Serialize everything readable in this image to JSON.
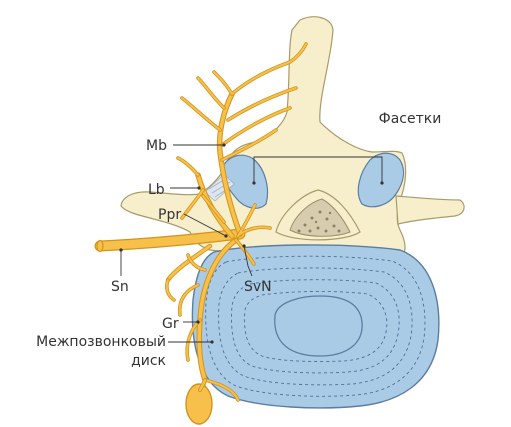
{
  "labels": {
    "facets": "Фасетки",
    "mb": "Mb",
    "lb": "Lb",
    "ppr": "Ppr",
    "sn": "Sn",
    "svn": "SvN",
    "gr": "Gr",
    "disc_line1": "Межпозвонковый",
    "disc_line2": "диск"
  },
  "colors": {
    "bone": "#f7efcc",
    "bone_outline": "#a89a6a",
    "nerve_fill": "#f6c04a",
    "nerve_outline": "#d3941c",
    "disc_fill": "#a9cbe6",
    "disc_outline": "#5b7da0",
    "facet_fill": "#a9cbe6",
    "canal_fill": "#d7ccae",
    "ligament": "#dde6ee",
    "label_text": "#333333"
  }
}
